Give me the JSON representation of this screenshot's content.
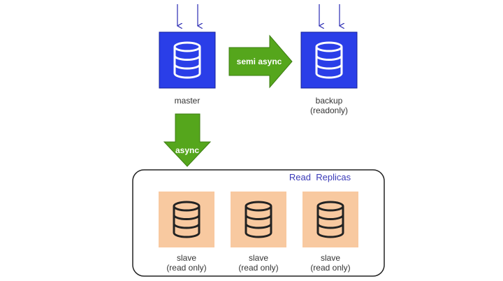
{
  "colors": {
    "primary_node_fill": "#2a3ee8",
    "primary_node_border": "#14209a",
    "replica_node_fill": "#f8c9a0",
    "arrow_green": "#55a61c",
    "arrow_green_border": "#3d7d12",
    "input_arrow": "#3a3ab8",
    "group_border": "#222222"
  },
  "icons": {
    "node_icon": "database-cylinder-icon"
  },
  "nodes": {
    "master": {
      "label": "master"
    },
    "backup": {
      "label": "backup",
      "sublabel": "(readonly)"
    }
  },
  "edges": {
    "master_to_backup": {
      "label": "semi async"
    },
    "master_to_replicas": {
      "label": "async"
    }
  },
  "replica_group": {
    "title": "Read  Replicas",
    "slaves": [
      {
        "label": "slave",
        "sublabel": "(read only)"
      },
      {
        "label": "slave",
        "sublabel": "(read only)"
      },
      {
        "label": "slave",
        "sublabel": "(read only)"
      }
    ]
  }
}
